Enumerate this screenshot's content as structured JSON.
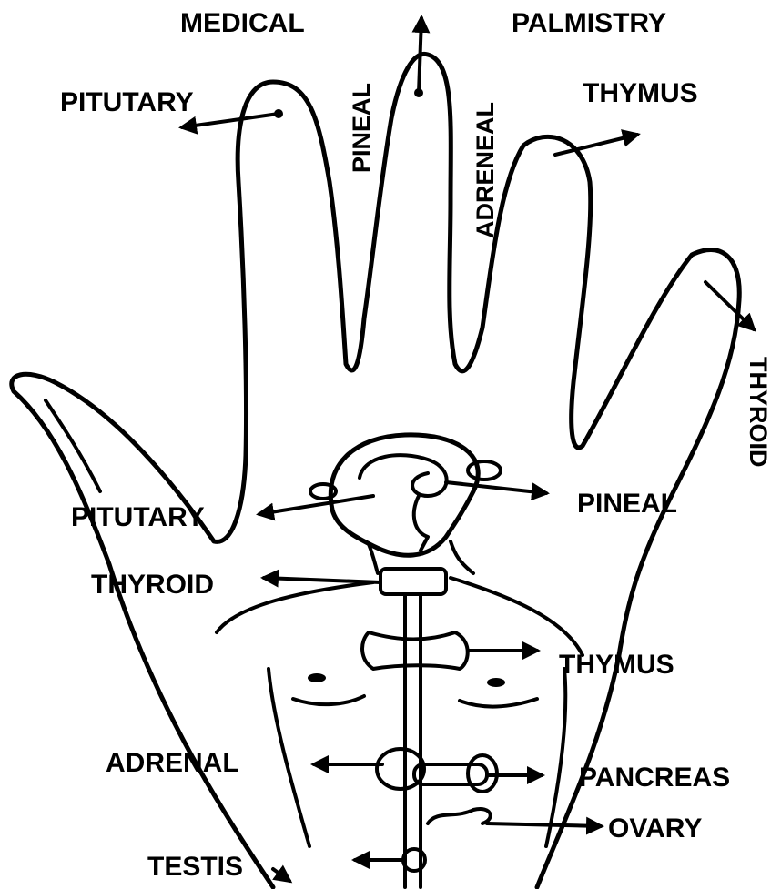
{
  "labels": {
    "medical": "MEDICAL",
    "palmistry": "PALMISTRY",
    "pituitary_finger": "PITUTARY",
    "pineal_finger": "PINEAL",
    "adreneal_finger": "ADRENEAL",
    "thymus_finger": "THYMUS",
    "thyroid_finger": "THYROID",
    "pituitary_body": "PITUTARY",
    "pineal_body": "PINEAL",
    "thyroid_body": "THYROID",
    "thymus_body": "THYMUS",
    "adrenal_body": "ADRENAL",
    "pancreas_body": "PANCREAS",
    "ovary_body": "OVARY",
    "testis_body": "TESTIS"
  }
}
